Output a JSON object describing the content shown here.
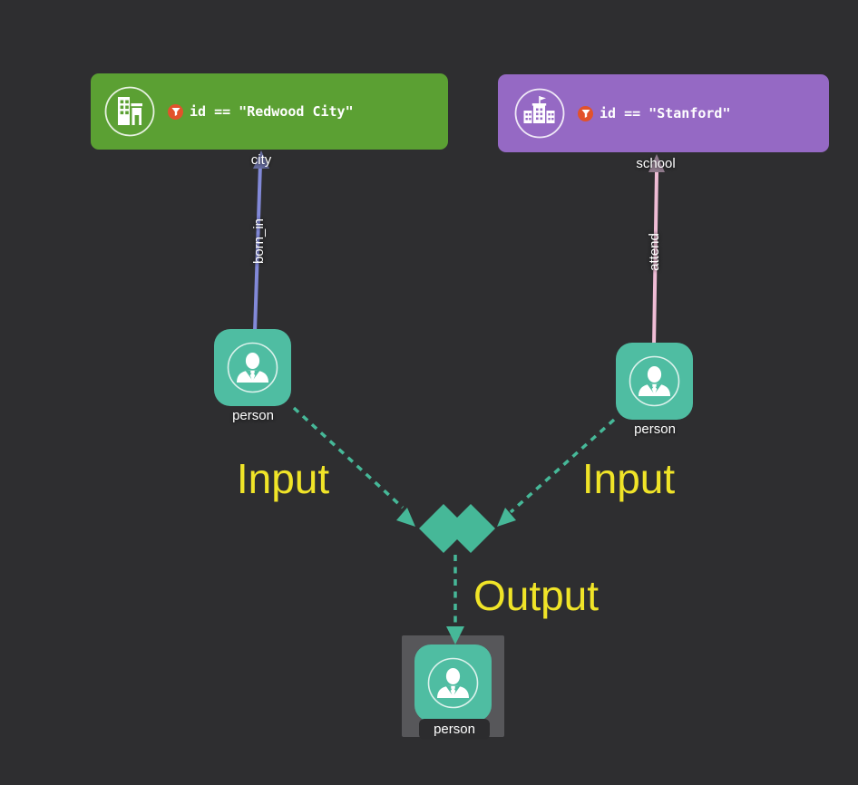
{
  "palette": {
    "background": "#2e2e30",
    "city_vertex": "#5ba033",
    "school_vertex": "#9569c4",
    "person_vertex": "#4fbda2",
    "filter_badge": "#e2522b",
    "born_in_edge": "#8289d8",
    "born_in_arrow": "#656b9d",
    "attend_edge": "#efbcd5",
    "attend_arrow": "#907b8d",
    "flow_edge": "#46b898",
    "annotation_text": "#f0e428",
    "selection_highlight": "#57575a"
  },
  "vertices": {
    "city": {
      "label": "city",
      "filter": "id == \"Redwood City\""
    },
    "school": {
      "label": "school",
      "filter": "id == \"Stanford\""
    },
    "person_left": {
      "label": "person"
    },
    "person_right": {
      "label": "person"
    },
    "person_output": {
      "label": "person"
    }
  },
  "edges": {
    "born_in": {
      "label": "born_in"
    },
    "attend": {
      "label": "attend"
    }
  },
  "flow": {
    "input_left_label": "Input",
    "input_right_label": "Input",
    "output_label": "Output"
  }
}
